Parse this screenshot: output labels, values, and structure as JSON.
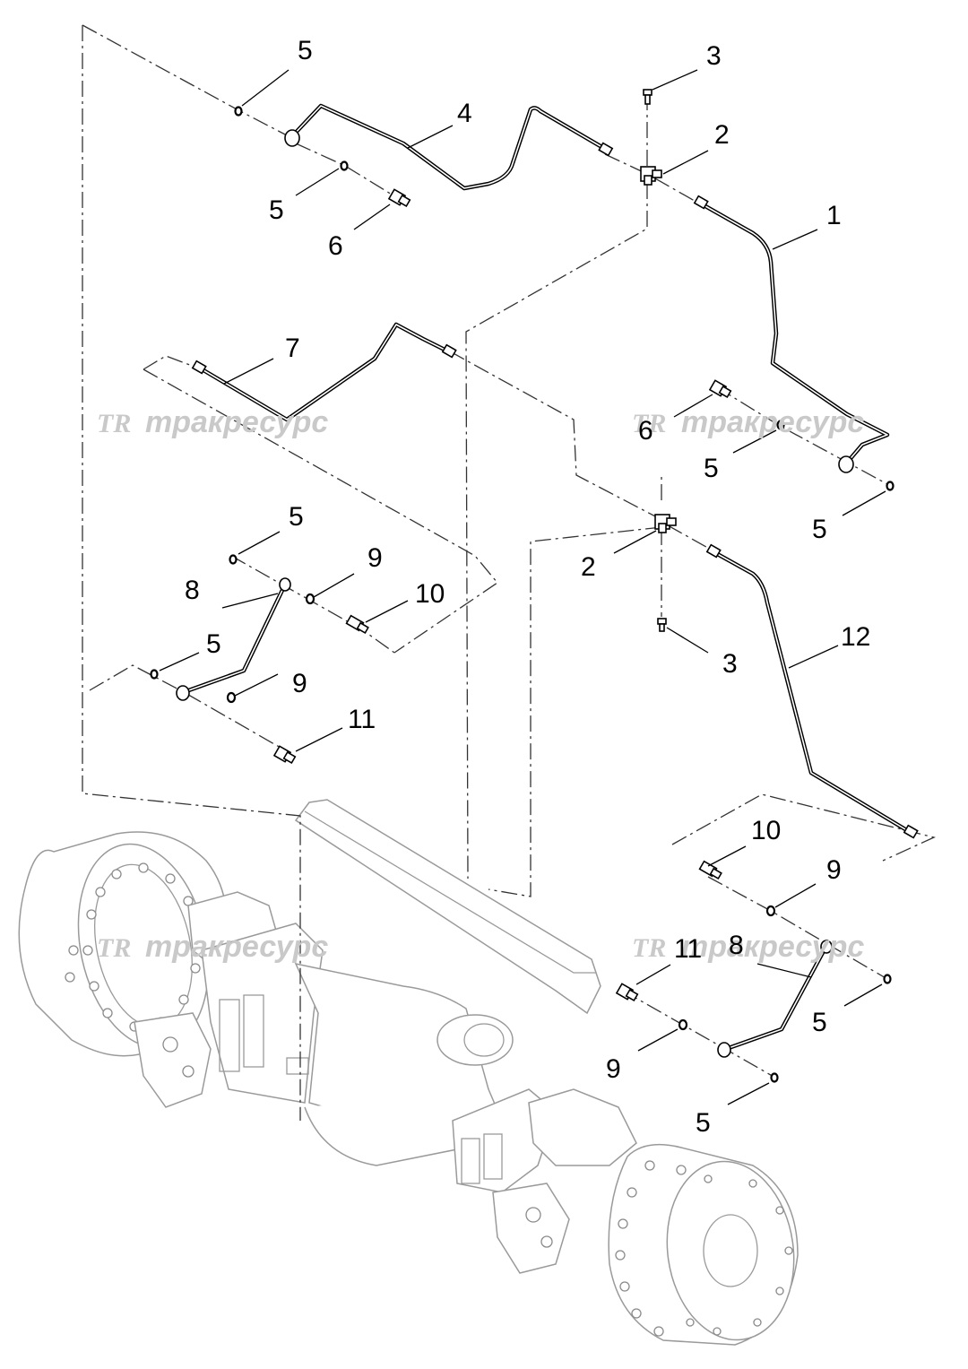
{
  "diagram": {
    "callouts": [
      {
        "id": "c5a",
        "text": "5"
      },
      {
        "id": "c3a",
        "text": "3"
      },
      {
        "id": "c4",
        "text": "4"
      },
      {
        "id": "c2a",
        "text": "2"
      },
      {
        "id": "c1",
        "text": "1"
      },
      {
        "id": "c5b",
        "text": "5"
      },
      {
        "id": "c6a",
        "text": "6"
      },
      {
        "id": "c7",
        "text": "7"
      },
      {
        "id": "c6b",
        "text": "6"
      },
      {
        "id": "c5c",
        "text": "5"
      },
      {
        "id": "c5d",
        "text": "5"
      },
      {
        "id": "c5e",
        "text": "5"
      },
      {
        "id": "c9a",
        "text": "9"
      },
      {
        "id": "c8a",
        "text": "8"
      },
      {
        "id": "c10a",
        "text": "10"
      },
      {
        "id": "c2b",
        "text": "2"
      },
      {
        "id": "c5f",
        "text": "5"
      },
      {
        "id": "c12",
        "text": "12"
      },
      {
        "id": "c3b",
        "text": "3"
      },
      {
        "id": "c9b",
        "text": "9"
      },
      {
        "id": "c11a",
        "text": "11"
      },
      {
        "id": "c10b",
        "text": "10"
      },
      {
        "id": "c9c",
        "text": "9"
      },
      {
        "id": "c11b",
        "text": "11"
      },
      {
        "id": "c8b",
        "text": "8"
      },
      {
        "id": "c5g",
        "text": "5"
      },
      {
        "id": "c9d",
        "text": "9"
      },
      {
        "id": "c5h",
        "text": "5"
      }
    ],
    "watermark": {
      "logo": "TR",
      "text": "тракресурс"
    },
    "colors": {
      "line": "#000000",
      "axle": "#9a9a9a",
      "watermark": "#c9c9c9"
    }
  }
}
